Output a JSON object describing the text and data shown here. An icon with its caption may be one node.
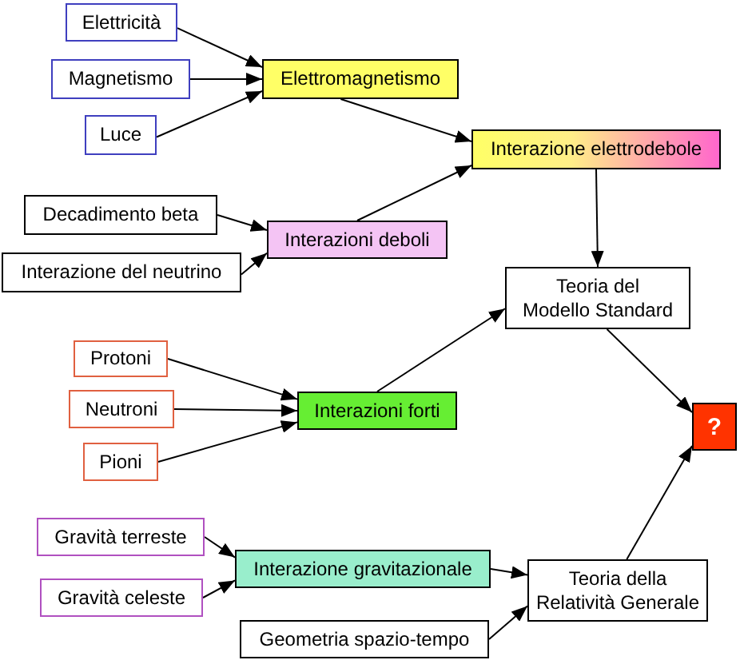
{
  "diagram": {
    "nodes": [
      {
        "text": [
          "Elettricità"
        ]
      },
      {
        "text": [
          "Magnetismo"
        ]
      },
      {
        "text": [
          "Luce"
        ]
      },
      {
        "text": [
          "Elettromagnetismo"
        ]
      },
      {
        "text": [
          "Interazione elettrodebole"
        ]
      },
      {
        "text": [
          "Decadimento beta"
        ]
      },
      {
        "text": [
          "Interazioni deboli"
        ]
      },
      {
        "text": [
          "Interazione del neutrino"
        ]
      },
      {
        "text": [
          "Teoria del Modello Standard"
        ]
      },
      {
        "text": [
          "Protoni"
        ]
      },
      {
        "text": [
          "Neutroni"
        ]
      },
      {
        "text": [
          "Interazioni forti"
        ]
      },
      {
        "text": [
          "?"
        ]
      },
      {
        "text": [
          "Pioni"
        ]
      },
      {
        "text": [
          "Gravità terreste"
        ]
      },
      {
        "text": [
          "Interazione gravitazionale"
        ]
      },
      {
        "text": [
          "Gravità celeste"
        ]
      },
      {
        "text": [
          "Teoria della Relatività Generale"
        ]
      },
      {
        "text": [
          "Geometria spazio-tempo"
        ]
      }
    ],
    "edges": [
      {
        "from": 0,
        "to": 3,
        "arrow": "to"
      },
      {
        "from": 1,
        "to": 3,
        "arrow": "to"
      },
      {
        "from": 2,
        "to": 3,
        "arrow": "to"
      },
      {
        "from": 3,
        "to": 4,
        "arrow": "to"
      },
      {
        "from": 5,
        "to": 6,
        "arrow": "to"
      },
      {
        "from": 7,
        "to": 6,
        "arrow": "to"
      },
      {
        "from": 6,
        "to": 4,
        "arrow": "to"
      },
      {
        "from": 4,
        "to": 8,
        "arrow": "to"
      },
      {
        "from": 9,
        "to": 11,
        "arrow": "to"
      },
      {
        "from": 10,
        "to": 11,
        "arrow": "to"
      },
      {
        "from": 13,
        "to": 11,
        "arrow": "to"
      },
      {
        "from": 11,
        "to": 8,
        "arrow": "to"
      },
      {
        "from": 8,
        "to": 12,
        "arrow": "to"
      },
      {
        "from": 14,
        "to": 15,
        "arrow": "to"
      },
      {
        "from": 16,
        "to": 15,
        "arrow": "to"
      },
      {
        "from": 15,
        "to": 17,
        "arrow": "to"
      },
      {
        "from": 18,
        "to": 17,
        "arrow": "to"
      },
      {
        "from": 17,
        "to": 12,
        "arrow": "to"
      }
    ]
  }
}
